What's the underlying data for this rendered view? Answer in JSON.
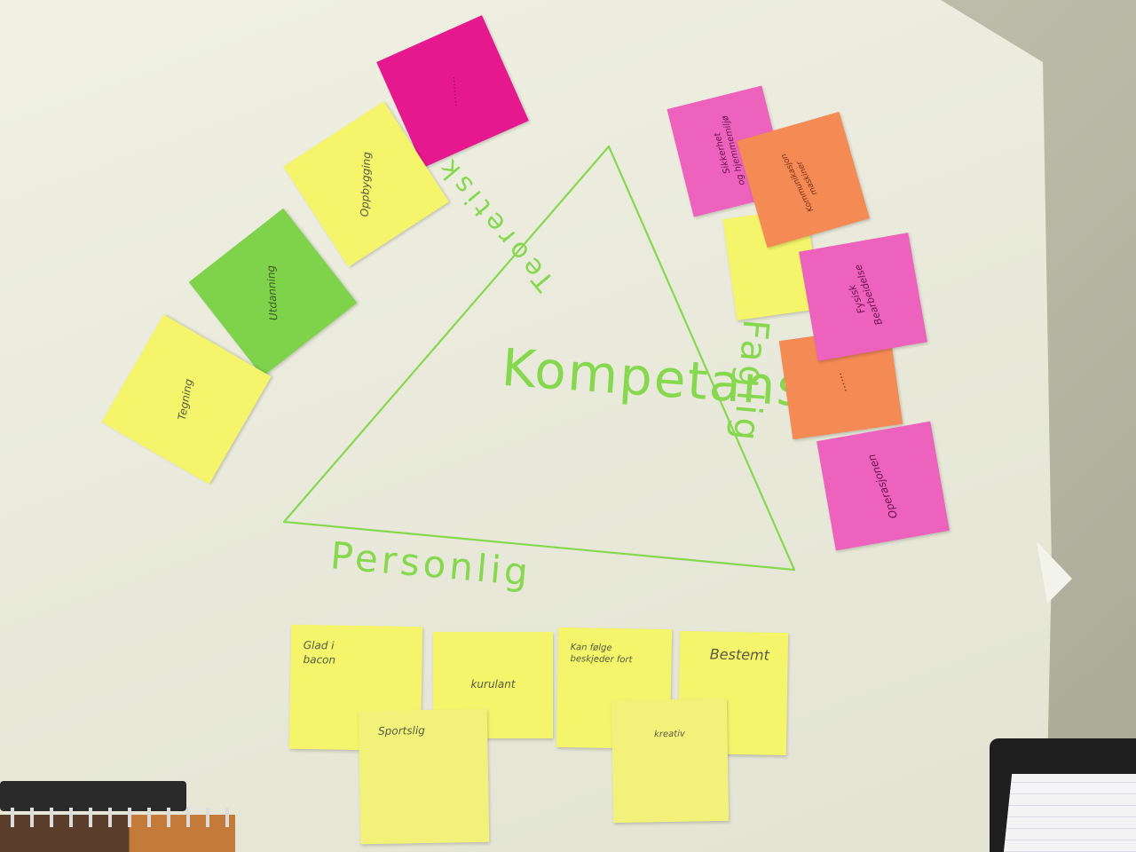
{
  "triangle": {
    "center_word": "Kompetanse",
    "left_side_word": "Teoretisk",
    "right_side_word": "Faglig",
    "bottom_side_word": "Personlig",
    "ink_color": "#86d84f"
  },
  "notes_left": [
    {
      "color": "#e6188e",
      "text": "........."
    },
    {
      "color": "#f4f56a",
      "text": "Oppbygging"
    },
    {
      "color": "#7ed34a",
      "text": "Utdanning"
    },
    {
      "color": "#f4f56a",
      "text": "Tegning"
    }
  ],
  "notes_right": [
    {
      "color": "#ec62bc",
      "text": "Sikkerhet\nog hjemmemiljø"
    },
    {
      "color": "#f48a54",
      "text": "Kommunikasjon\nmaskiner"
    },
    {
      "color": "#f2f27a",
      "text": ""
    },
    {
      "color": "#ec62bc",
      "text": "Fysisk\nBearbeidelse"
    },
    {
      "color": "#f48a54",
      "text": "......"
    },
    {
      "color": "#ec62bc",
      "text": "Operasjonen"
    }
  ],
  "notes_bottom": [
    {
      "color": "#f4f56a",
      "text": "Glad i\nbacon"
    },
    {
      "color": "#f4f56a",
      "text": "kurulant"
    },
    {
      "color": "#f4f56a",
      "text": "Kan følge\nbeskjeder fort"
    },
    {
      "color": "#f4f56a",
      "text": "Bestemt"
    },
    {
      "color": "#f4f56a",
      "text": "Sportslig"
    },
    {
      "color": "#f4f56a",
      "text": "kreativ"
    }
  ]
}
